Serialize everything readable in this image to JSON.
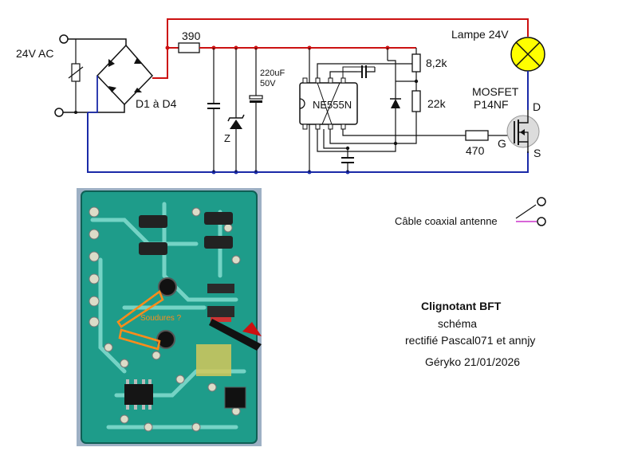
{
  "colors": {
    "wire_red": "#cc1111",
    "wire_blue": "#1a2aa8",
    "wire_black": "#111111",
    "lamp_yellow": "#ffff00",
    "board_green": "#1e9c8a",
    "coax_magenta": "#cc33cc"
  },
  "labels": {
    "supply": "24V AC",
    "bridge": "D1 à D4",
    "resistor_top": "390",
    "zener": "Z",
    "cap_value": "220uF",
    "cap_voltage": "50V",
    "ic": "NE555N",
    "r1": "8,2k",
    "r2": "22k",
    "lamp": "Lampe 24V",
    "mosfet_type": "MOSFET",
    "mosfet_part": "P14NF",
    "drain": "D",
    "gate": "G",
    "source": "S",
    "gate_resistor": "470",
    "coax": "Câble coaxial antenne",
    "pcb_note": "Soudures ?"
  },
  "caption": {
    "title": "Clignotant BFT",
    "line1": "schéma",
    "line2": "rectifié Pascal071 et annjy",
    "line3": "Géryko 21/01/2026"
  }
}
